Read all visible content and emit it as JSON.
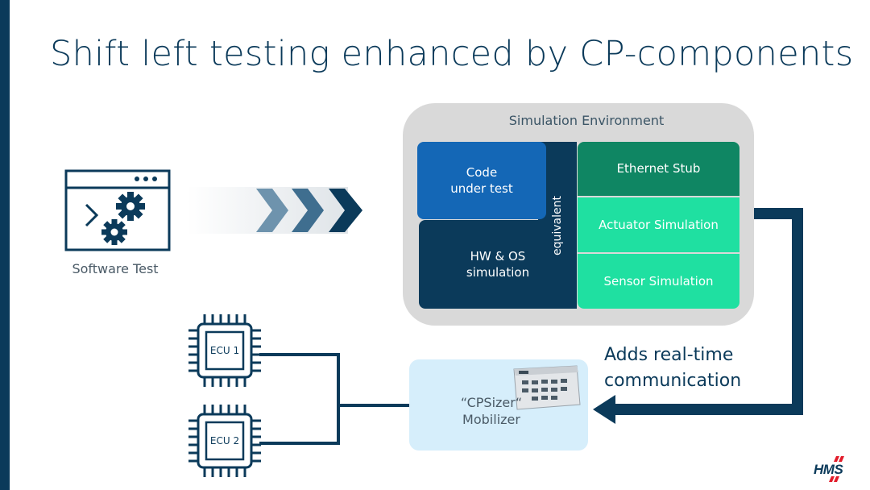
{
  "slide": {
    "title": "Shift left testing enhanced by CP-components"
  },
  "simulation_environment": {
    "title": "Simulation Environment",
    "code_under_test": [
      "Code",
      "under test"
    ],
    "hw_os_simulation": [
      "HW & OS",
      "simulation"
    ],
    "equivalent": "equivalent",
    "ethernet_stub": "Ethernet Stub",
    "actuator_simulation": "Actuator Simulation",
    "sensor_simulation": "Sensor Simulation"
  },
  "software_test": {
    "label": "Software Test"
  },
  "mobilizer": {
    "label": [
      "“CPSizer“",
      "Mobilizer"
    ]
  },
  "realtime_note": [
    "Adds real-time",
    "communication"
  ],
  "ecus": [
    "ECU 1",
    "ECU 2"
  ],
  "logo_text": "HMS",
  "colors": {
    "navy": "#0b3a5a",
    "blue": "#1467b6",
    "dark_green": "#0f8663",
    "mint": "#1fe0a1",
    "sim_gray": "#d9d9d9",
    "mobilizer_bg": "#d6eefb",
    "logo_red": "#e21c2a"
  }
}
